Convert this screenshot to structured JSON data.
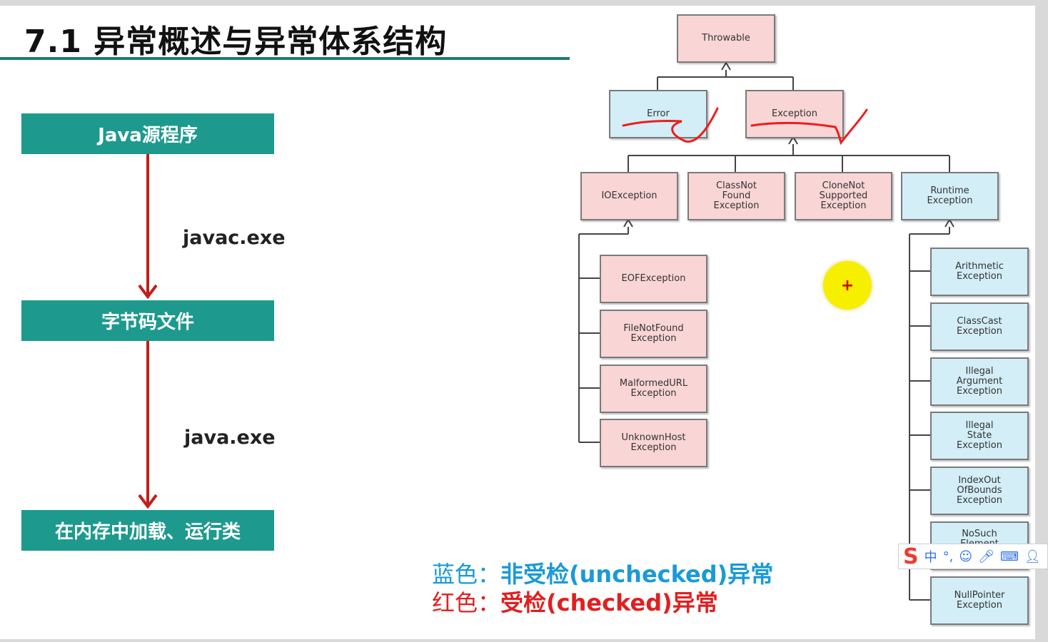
{
  "title": "7.1 异常概述与异常体系结构",
  "flow": {
    "boxes": [
      "Java源程序",
      "字节码文件",
      "在内存中加载、运行类"
    ],
    "labels": [
      "javac.exe",
      "java.exe"
    ]
  },
  "hierarchy": {
    "root": "Throwable",
    "level1": [
      {
        "label": "Error",
        "color": "blue"
      },
      {
        "label": "Exception",
        "color": "red"
      }
    ],
    "level2": [
      {
        "label": "IOException",
        "color": "red"
      },
      {
        "label": "ClassNot\nFound\nException",
        "color": "red"
      },
      {
        "label": "CloneNot\nSupported\nException",
        "color": "red"
      },
      {
        "label": "Runtime\nException",
        "color": "blue"
      }
    ],
    "io_children": [
      "EOFException",
      "FileNotFound\nException",
      "MalformedURL\nException",
      "UnknownHost\nException"
    ],
    "runtime_children": [
      "Arithmetic\nException",
      "ClassCast\nException",
      "Illegal\nArgument\nException",
      "Illegal\nState\nException",
      "IndexOut\nOfBounds\nException",
      "NoSuch\nElement",
      "NullPointer\nException"
    ]
  },
  "legend": {
    "blue_key": "蓝色：",
    "blue_text": "非受检(unchecked)异常",
    "red_key": "红色：",
    "red_text": "受检(checked)异常"
  },
  "colors": {
    "teal": "#1d9a8d",
    "rule": "#1e7a72",
    "arrow": "#c0201a",
    "node_red": "#f9d5d5",
    "node_blue": "#d3eef7",
    "legend_blue": "#1a9ad6",
    "legend_red": "#e02020",
    "annotation": "#ee1c1c",
    "cursor": "#f7ef00"
  },
  "ime": {
    "logo": "S",
    "mode": "中",
    "icons": [
      "punctuation-icon",
      "emoji-icon",
      "microphone-icon",
      "keyboard-icon",
      "user-icon"
    ]
  },
  "cursor_glyph": "+"
}
